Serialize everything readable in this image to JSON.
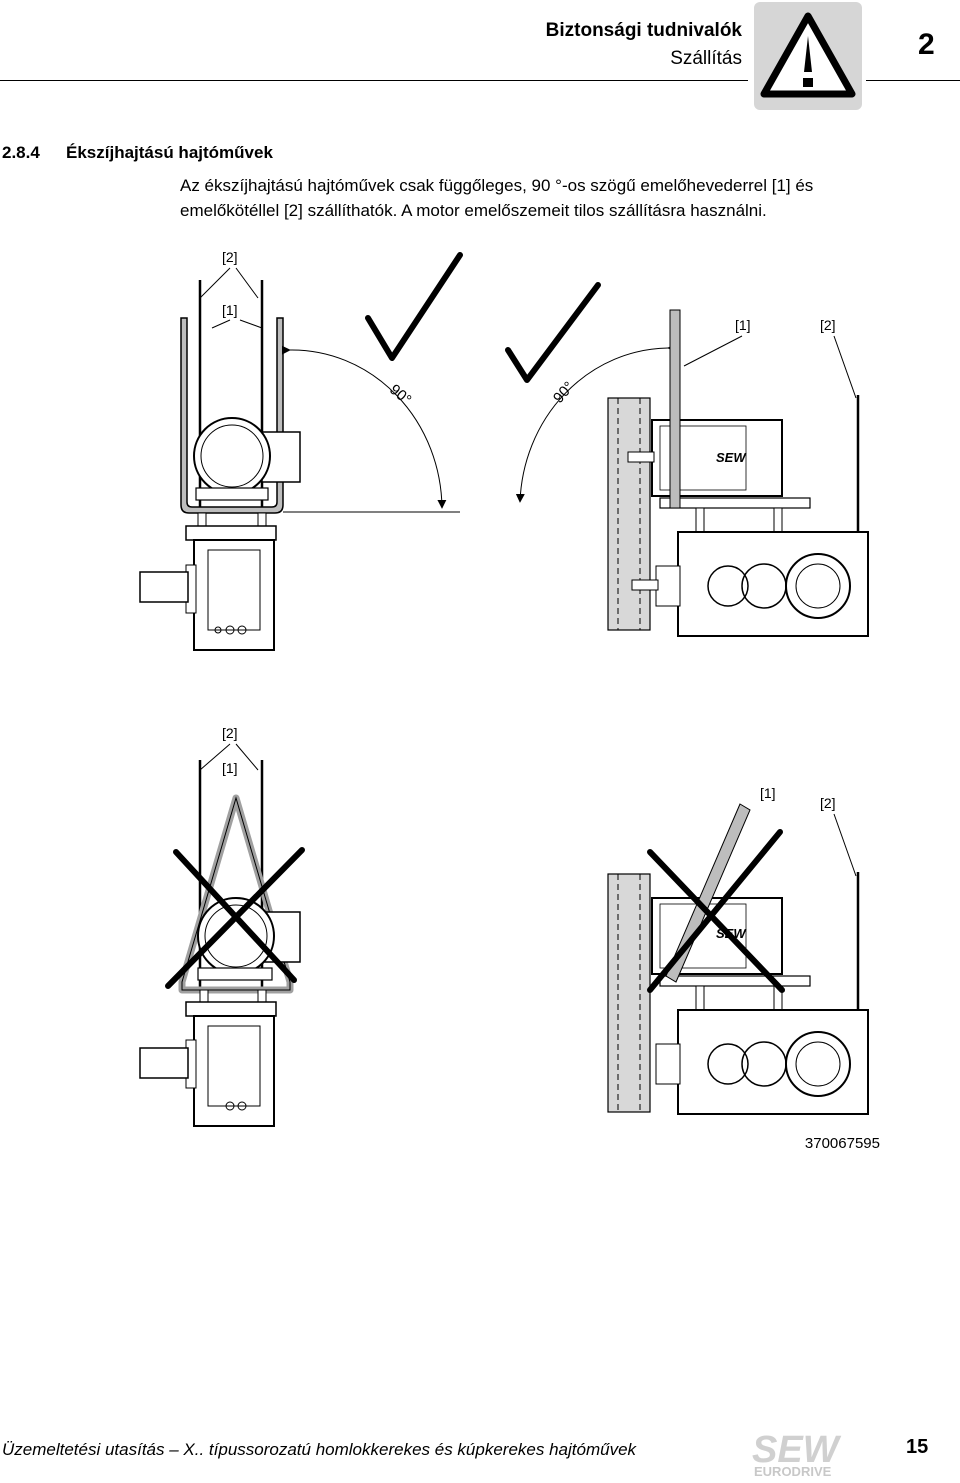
{
  "header": {
    "title": "Biztonsági tudnivalók",
    "subtitle": "Szállítás",
    "chapter_number": "2",
    "warning_icon": "warning-triangle-icon"
  },
  "section": {
    "number": "2.8.4",
    "title": "Ékszíjhajtású hajtóművek",
    "paragraph_line1": "Az ékszíjhajtású hajtóművek csak függőleges, 90 °-os szögű emelőhevederrel [1] és",
    "paragraph_line2": "emelőkötéllel [2] szállíthatók. A motor emelőszemeit tilos szállításra használni."
  },
  "figure": {
    "label_1": "[1]",
    "label_2": "[2]",
    "angle_label": "90°",
    "motor_brand": "SEW",
    "ok_icon": "checkmark-icon",
    "wrong_icon": "cross-icon",
    "figure_id": "370067595"
  },
  "footer": {
    "text": "Üzemeltetési utasítás – X.. típussorozatú homlokkerekes és kúpkerekes hajtóművek",
    "page": "15",
    "logo_main": "SEW",
    "logo_sub": "EURODRIVE"
  }
}
